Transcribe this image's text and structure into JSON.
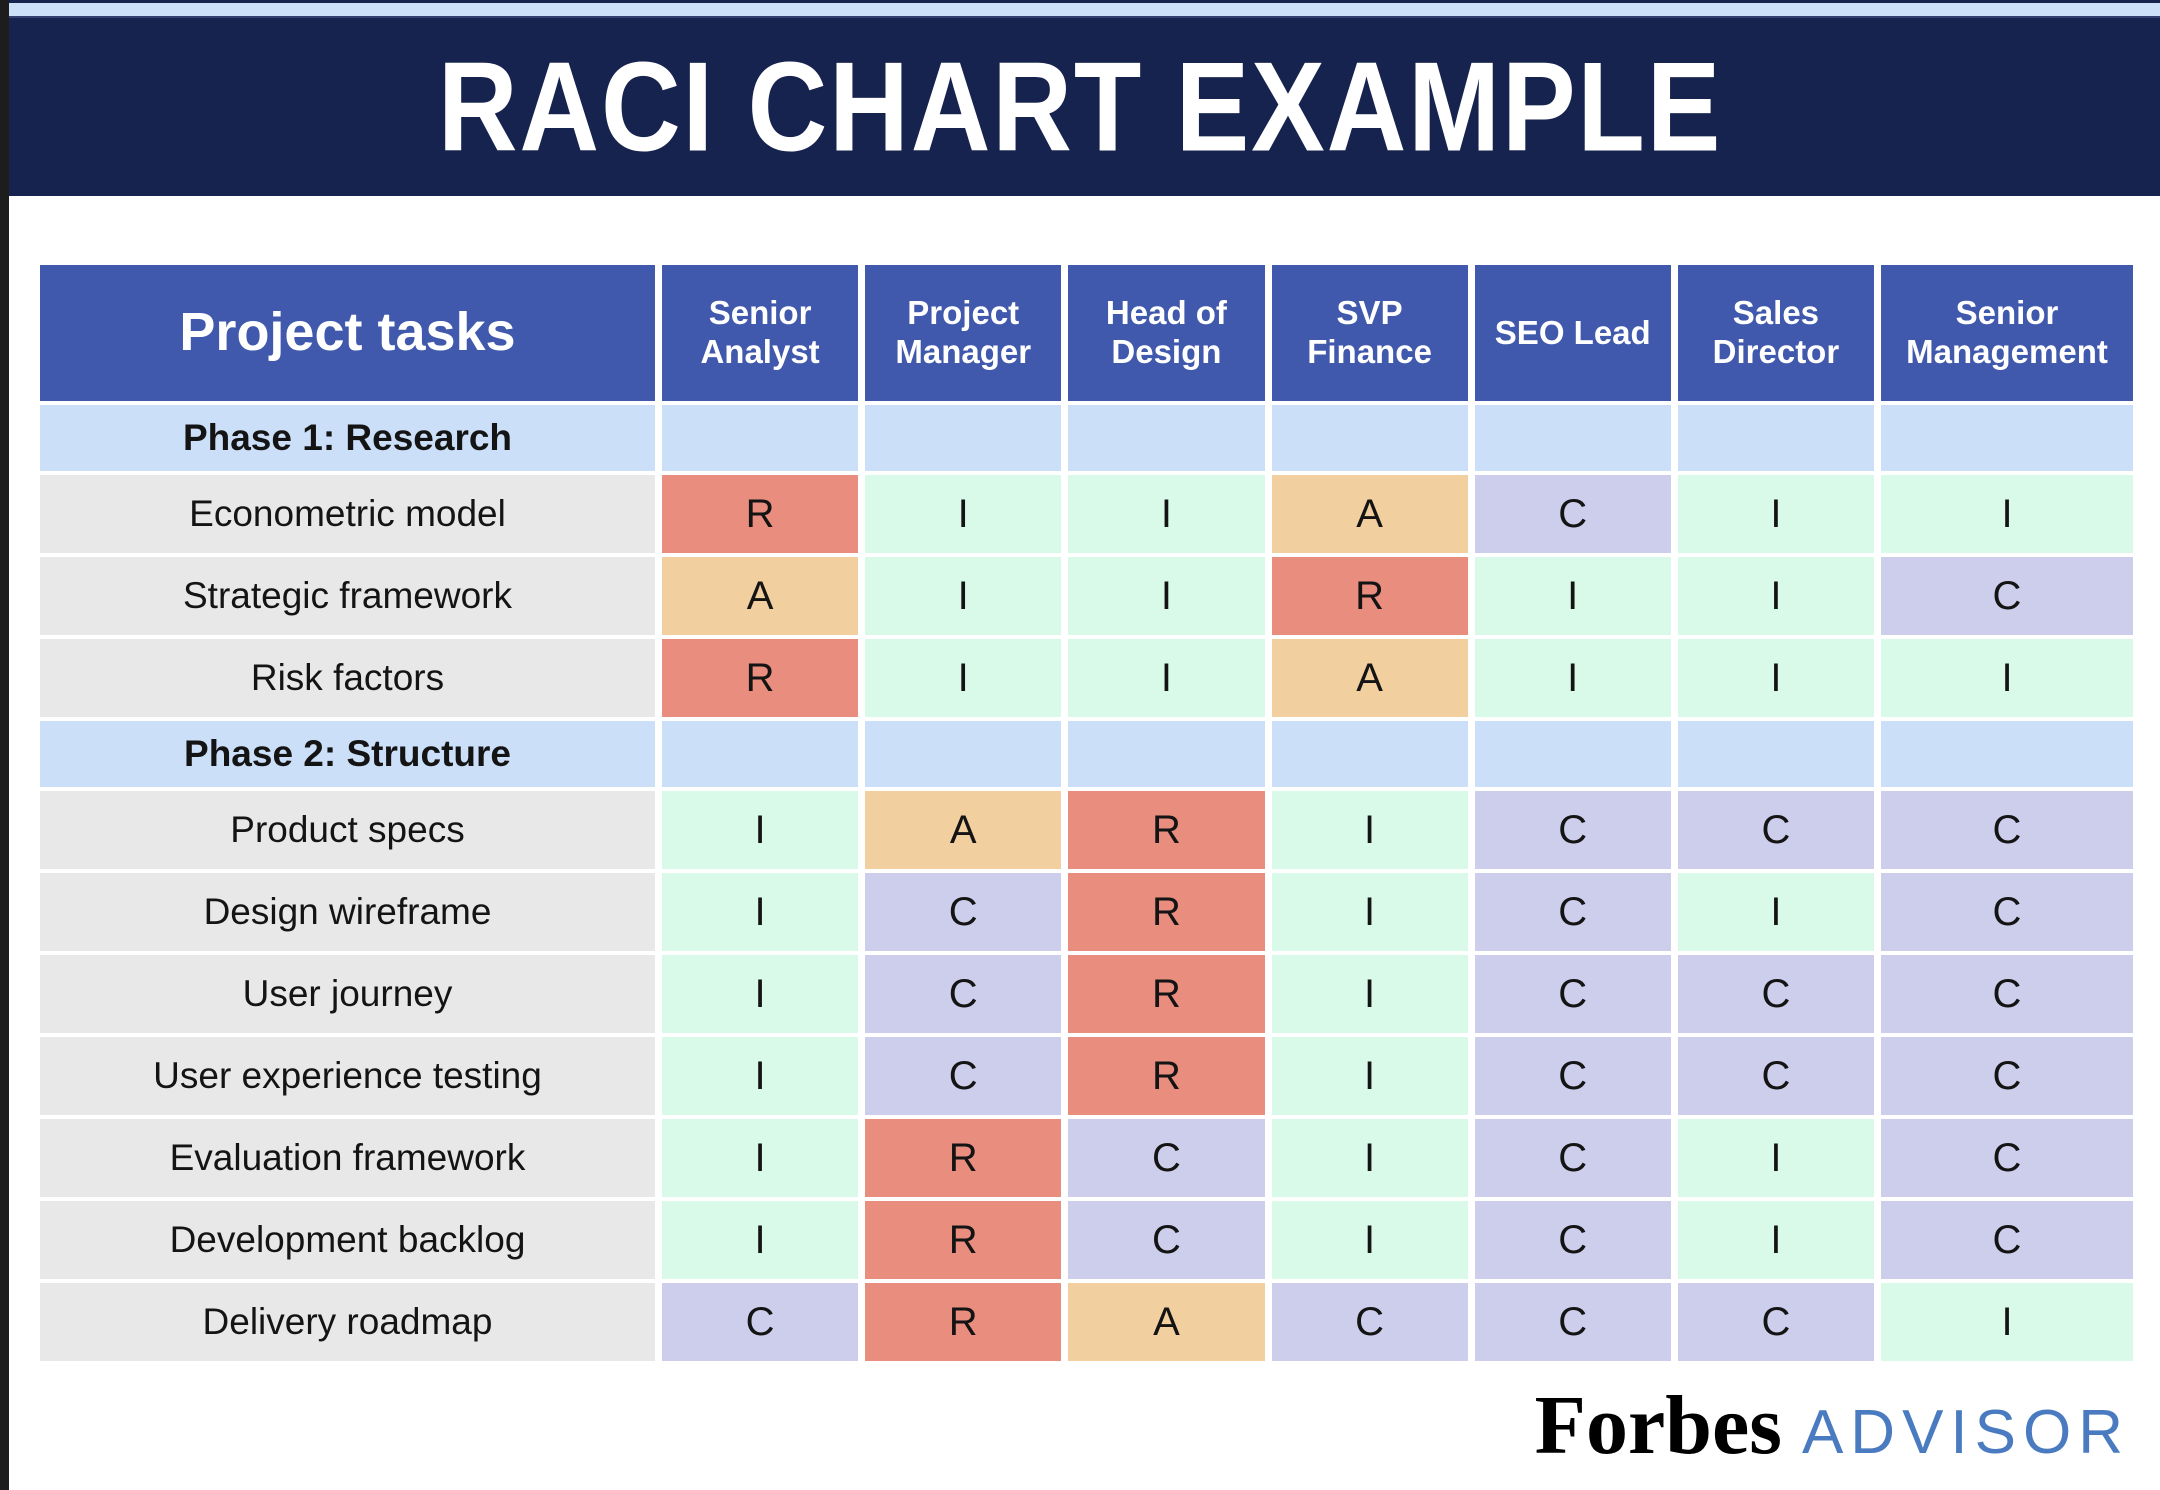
{
  "title": "RACI CHART EXAMPLE",
  "chart_data": {
    "type": "table",
    "title": "RACI CHART EXAMPLE",
    "task_column_header": "Project tasks",
    "columns": [
      "Senior Analyst",
      "Project Manager",
      "Head of Design",
      "SVP Finance",
      "SEO Lead",
      "Sales Director",
      "Senior Management"
    ],
    "rows": [
      {
        "type": "phase",
        "label": "Phase 1: Research",
        "cells": [
          "",
          "",
          "",
          "",
          "",
          "",
          ""
        ]
      },
      {
        "type": "task",
        "label": "Econometric model",
        "cells": [
          "R",
          "I",
          "I",
          "A",
          "C",
          "I",
          "I"
        ]
      },
      {
        "type": "task",
        "label": "Strategic framework",
        "cells": [
          "A",
          "I",
          "I",
          "R",
          "I",
          "I",
          "C"
        ]
      },
      {
        "type": "task",
        "label": "Risk factors",
        "cells": [
          "R",
          "I",
          "I",
          "A",
          "I",
          "I",
          "I"
        ]
      },
      {
        "type": "phase",
        "label": "Phase 2: Structure",
        "cells": [
          "",
          "",
          "",
          "",
          "",
          "",
          ""
        ]
      },
      {
        "type": "task",
        "label": "Product specs",
        "cells": [
          "I",
          "A",
          "R",
          "I",
          "C",
          "C",
          "C"
        ]
      },
      {
        "type": "task",
        "label": "Design wireframe",
        "cells": [
          "I",
          "C",
          "R",
          "I",
          "C",
          "I",
          "C"
        ]
      },
      {
        "type": "task",
        "label": "User journey",
        "cells": [
          "I",
          "C",
          "R",
          "I",
          "C",
          "C",
          "C"
        ]
      },
      {
        "type": "task",
        "label": "User experience testing",
        "cells": [
          "I",
          "C",
          "R",
          "I",
          "C",
          "C",
          "C"
        ]
      },
      {
        "type": "task",
        "label": "Evaluation framework",
        "cells": [
          "I",
          "R",
          "C",
          "I",
          "C",
          "I",
          "C"
        ]
      },
      {
        "type": "task",
        "label": "Development backlog",
        "cells": [
          "I",
          "R",
          "C",
          "I",
          "C",
          "I",
          "C"
        ]
      },
      {
        "type": "task",
        "label": "Delivery roadmap",
        "cells": [
          "C",
          "R",
          "A",
          "C",
          "C",
          "C",
          "I"
        ]
      }
    ],
    "cell_colors": {
      "R": "#e98d7f",
      "A": "#f2cf9e",
      "C": "#cdceec",
      "I": "#d9f9e9"
    },
    "header_color": "#4059ac",
    "phase_row_color": "#cbdff8",
    "task_label_color": "#e8e8e8"
  },
  "branding": {
    "brand": "Forbes",
    "sub_brand": "ADVISOR",
    "advisor_color": "#4a7bc0"
  }
}
